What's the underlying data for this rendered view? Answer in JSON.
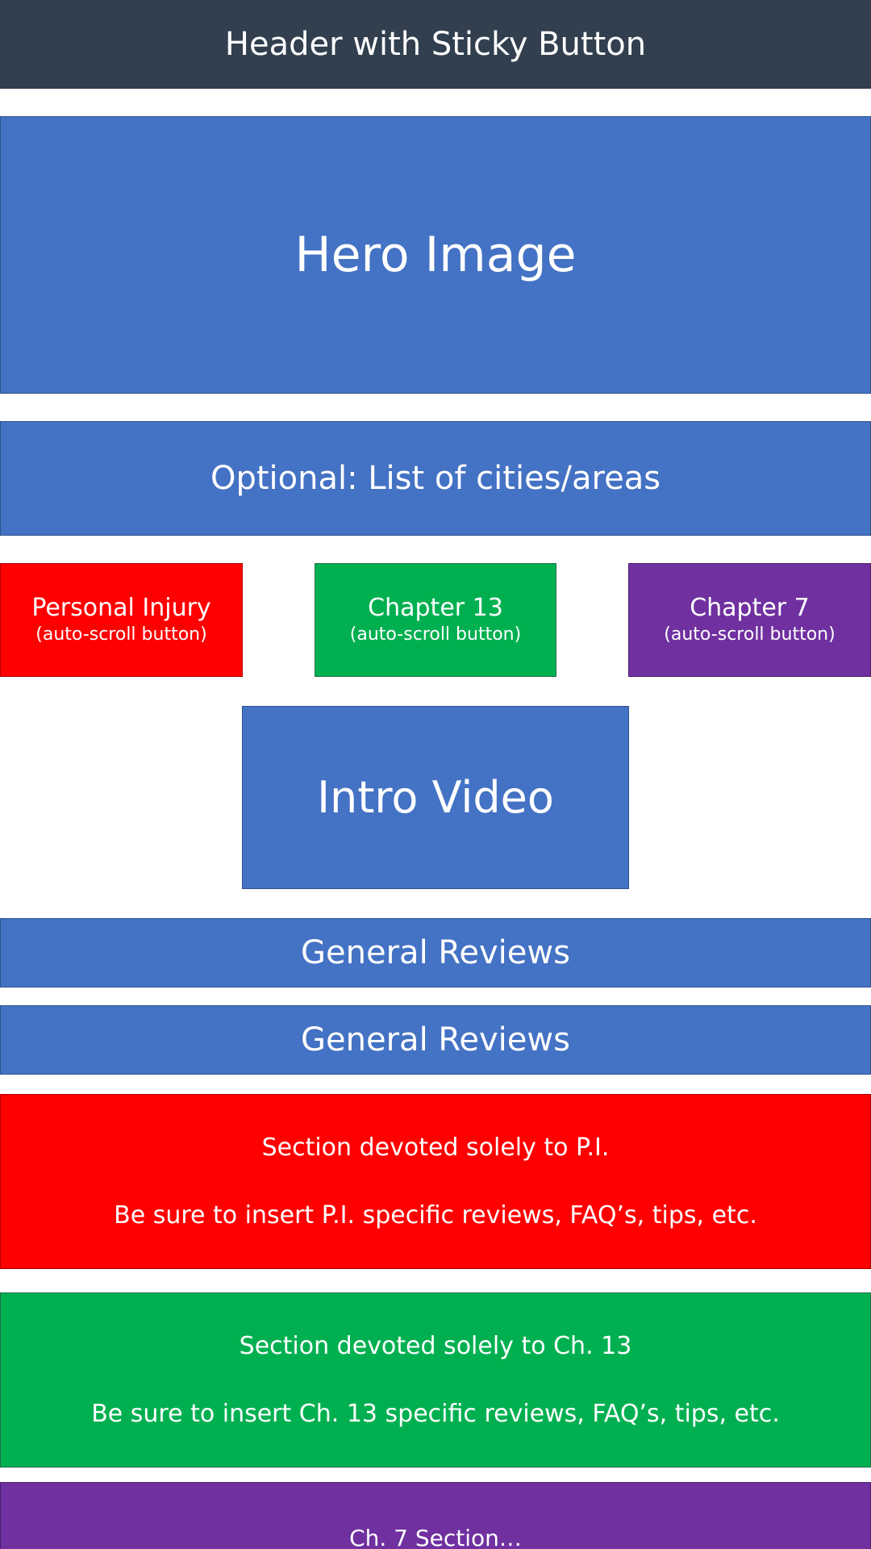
{
  "header": {
    "label": "Header with Sticky Button"
  },
  "hero": {
    "label": "Hero Image"
  },
  "cities": {
    "label": "Optional: List of cities/areas"
  },
  "buttons": [
    {
      "title": "Personal Injury",
      "subtitle": "(auto-scroll button)"
    },
    {
      "title": "Chapter 13",
      "subtitle": "(auto-scroll button)"
    },
    {
      "title": "Chapter 7",
      "subtitle": "(auto-scroll button)"
    }
  ],
  "video": {
    "label": "Intro Video"
  },
  "reviews": [
    {
      "label": "General Reviews"
    },
    {
      "label": "General Reviews"
    }
  ],
  "sections": {
    "pi": {
      "line1": "Section devoted solely to P.I.",
      "line2": "Be sure to insert P.I. specific reviews, FAQ’s, tips, etc."
    },
    "c13": {
      "line1": "Section devoted solely to Ch. 13",
      "line2": "Be sure to insert Ch. 13 specific reviews, FAQ’s, tips, etc."
    },
    "c7": {
      "line1": "Ch. 7 Section…"
    }
  },
  "colors": {
    "header": "#323f4f",
    "blue": "#4472c4",
    "red": "#ff0000",
    "green": "#00b050",
    "purple": "#7030a0"
  }
}
